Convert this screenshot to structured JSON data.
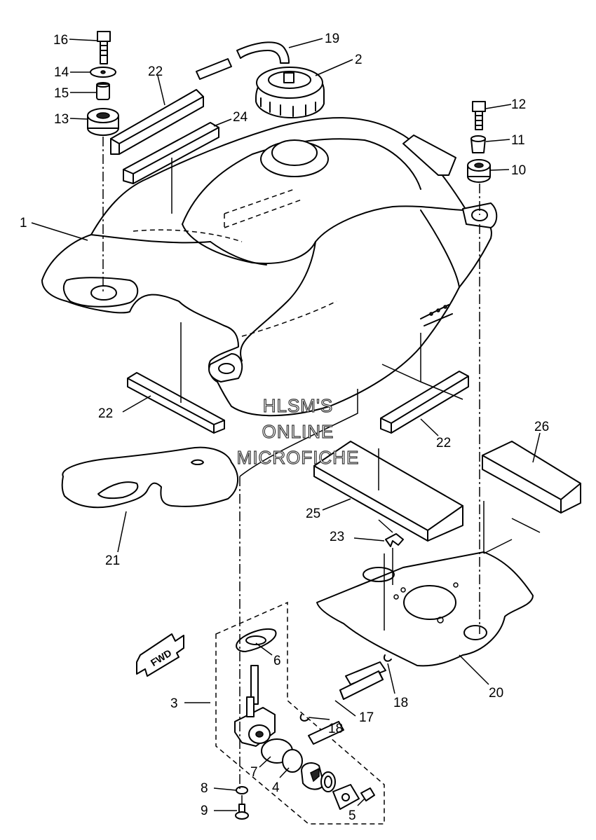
{
  "watermark": {
    "line1": "HLSM'S",
    "line2": "ONLINE",
    "line3": "MICROFICHE"
  },
  "direction_label": "FWD",
  "callouts": [
    {
      "id": "c1",
      "label": "1"
    },
    {
      "id": "c2",
      "label": "2"
    },
    {
      "id": "c3",
      "label": "3"
    },
    {
      "id": "c4",
      "label": "4"
    },
    {
      "id": "c5",
      "label": "5"
    },
    {
      "id": "c6",
      "label": "6"
    },
    {
      "id": "c7",
      "label": "7"
    },
    {
      "id": "c8",
      "label": "8"
    },
    {
      "id": "c9",
      "label": "9"
    },
    {
      "id": "c10",
      "label": "10"
    },
    {
      "id": "c11",
      "label": "11"
    },
    {
      "id": "c12",
      "label": "12"
    },
    {
      "id": "c13",
      "label": "13"
    },
    {
      "id": "c14",
      "label": "14"
    },
    {
      "id": "c15",
      "label": "15"
    },
    {
      "id": "c16",
      "label": "16"
    },
    {
      "id": "c17",
      "label": "17"
    },
    {
      "id": "c18a",
      "label": "18"
    },
    {
      "id": "c18b",
      "label": "18"
    },
    {
      "id": "c19",
      "label": "19"
    },
    {
      "id": "c20",
      "label": "20"
    },
    {
      "id": "c21",
      "label": "21"
    },
    {
      "id": "c22a",
      "label": "22"
    },
    {
      "id": "c22b",
      "label": "22"
    },
    {
      "id": "c22c",
      "label": "22"
    },
    {
      "id": "c23",
      "label": "23"
    },
    {
      "id": "c24",
      "label": "24"
    },
    {
      "id": "c25",
      "label": "25"
    },
    {
      "id": "c26",
      "label": "26"
    }
  ]
}
